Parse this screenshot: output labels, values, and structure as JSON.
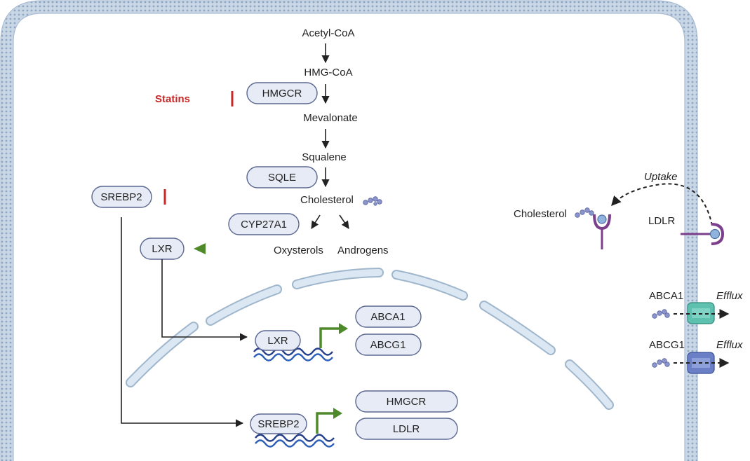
{
  "pathway": {
    "acetyl_coa": "Acetyl-CoA",
    "hmg_coa": "HMG-CoA",
    "mevalonate": "Mevalonate",
    "squalene": "Squalene",
    "cholesterol": "Cholesterol",
    "oxysterols": "Oxysterols",
    "androgens": "Androgens"
  },
  "enzymes": {
    "hmgcr": "HMGCR",
    "sqle": "SQLE",
    "cyp27a1": "CYP27A1"
  },
  "inhibitor": {
    "statins": "Statins"
  },
  "regulators": {
    "srebp2": "SREBP2",
    "lxr": "LXR"
  },
  "nucleus": {
    "lxr_tf": "LXR",
    "lxr_targets": [
      "ABCA1",
      "ABCG1"
    ],
    "srebp2_tf": "SREBP2",
    "srebp2_targets": [
      "HMGCR",
      "LDLR"
    ]
  },
  "membrane": {
    "uptake": "Uptake",
    "cholesterol_uptaken": "Cholesterol",
    "ldlr": "LDLR",
    "abca1": "ABCA1",
    "abcg1": "ABCG1",
    "efflux_1": "Efflux",
    "efflux_2": "Efflux"
  },
  "colors": {
    "inhibit": "#c62828",
    "activate": "#4f8a2a",
    "membrane": "#b8c8dd",
    "nucleus": "#cfe0ee",
    "abca1": "#5ec1b0",
    "abcg1": "#6a7fc6",
    "receptor": "#7b3f8c"
  }
}
